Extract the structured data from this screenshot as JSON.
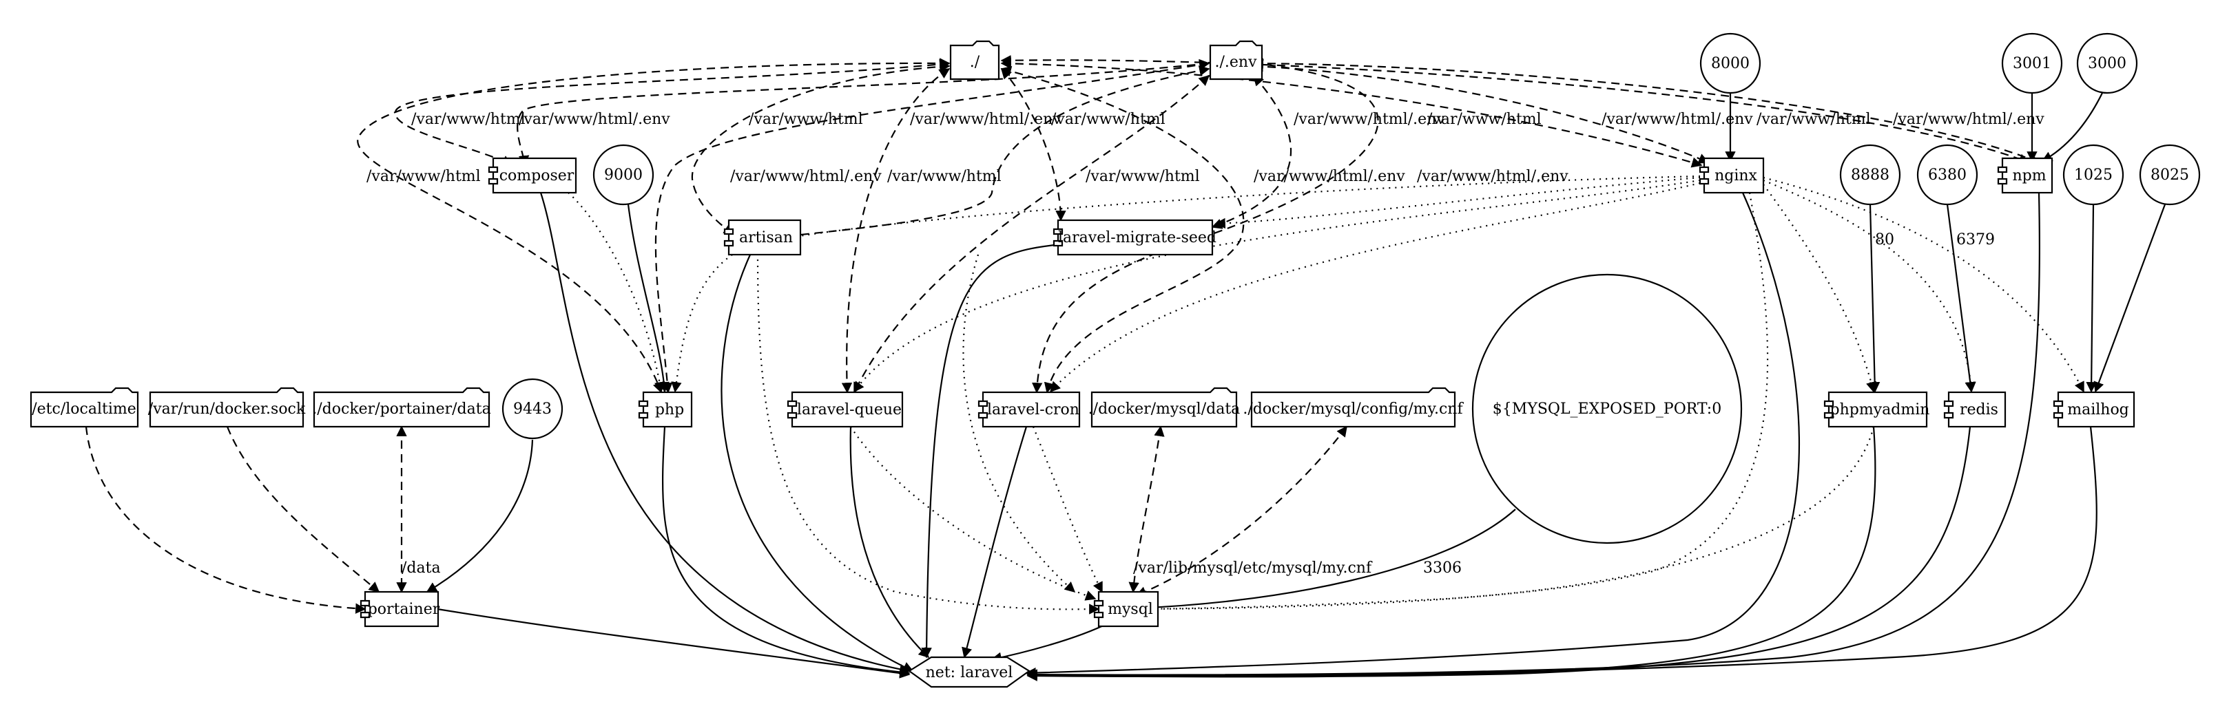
{
  "diagram": {
    "folders": [
      {
        "id": "root",
        "label": "./"
      },
      {
        "id": "env",
        "label": "./.env"
      },
      {
        "id": "localtime",
        "label": "/etc/localtime"
      },
      {
        "id": "dockersock",
        "label": "/var/run/docker.sock"
      },
      {
        "id": "portainerdata",
        "label": "./docker/portainer/data"
      },
      {
        "id": "mysqldata",
        "label": "./docker/mysql/data"
      },
      {
        "id": "mysqlconf",
        "label": "./docker/mysql/config/my.cnf"
      }
    ],
    "ports": [
      {
        "id": "p8000",
        "label": "8000"
      },
      {
        "id": "p3001",
        "label": "3001"
      },
      {
        "id": "p3000",
        "label": "3000"
      },
      {
        "id": "p9000",
        "label": "9000"
      },
      {
        "id": "p8888",
        "label": "8888"
      },
      {
        "id": "p6380",
        "label": "6380"
      },
      {
        "id": "p1025",
        "label": "1025"
      },
      {
        "id": "p8025",
        "label": "8025"
      },
      {
        "id": "p9443",
        "label": "9443"
      },
      {
        "id": "pmysql",
        "label": "${MYSQL_EXPOSED_PORT:0"
      }
    ],
    "services": [
      {
        "id": "composer",
        "label": "composer"
      },
      {
        "id": "nginx",
        "label": "nginx"
      },
      {
        "id": "npm",
        "label": "npm"
      },
      {
        "id": "artisan",
        "label": "artisan"
      },
      {
        "id": "migrate",
        "label": "laravel-migrate-seed"
      },
      {
        "id": "php",
        "label": "php"
      },
      {
        "id": "queue",
        "label": "laravel-queue"
      },
      {
        "id": "cron",
        "label": "laravel-cron"
      },
      {
        "id": "phpmyadmin",
        "label": "phpmyadmin"
      },
      {
        "id": "redis",
        "label": "redis"
      },
      {
        "id": "mailhog",
        "label": "mailhog"
      },
      {
        "id": "portainer",
        "label": "portainer"
      },
      {
        "id": "mysql",
        "label": "mysql"
      }
    ],
    "network": {
      "id": "net",
      "label": "net: laravel"
    },
    "edge_labels": {
      "l1": "/var/www/html",
      "l2": "/var/www/html/.env",
      "l3": "/var/www/html",
      "l4": "/var/www/html",
      "l5": "/var/www/html/.env",
      "l6": "/var/www/html",
      "l7": "/var/www/html/.env",
      "l8": "/var/www/html",
      "l9": "/var/www/html",
      "l10": "/var/www/html/.env",
      "l11": "/var/www/html/.env",
      "l12": "/var/www/html",
      "l13": "/var/www/html/.env",
      "l14": "/var/www/html/.env",
      "l15": "/var/www/html",
      "l16": "/var/www/html",
      "l17": "/var/www/html/.env",
      "l18": "/var/www/html/.env",
      "port80": "80",
      "port6379": "6379",
      "data": "/data",
      "varlibmysql": "/var/lib/mysql",
      "mycnf": "/etc/mysql/my.cnf",
      "p3306": "3306"
    }
  }
}
